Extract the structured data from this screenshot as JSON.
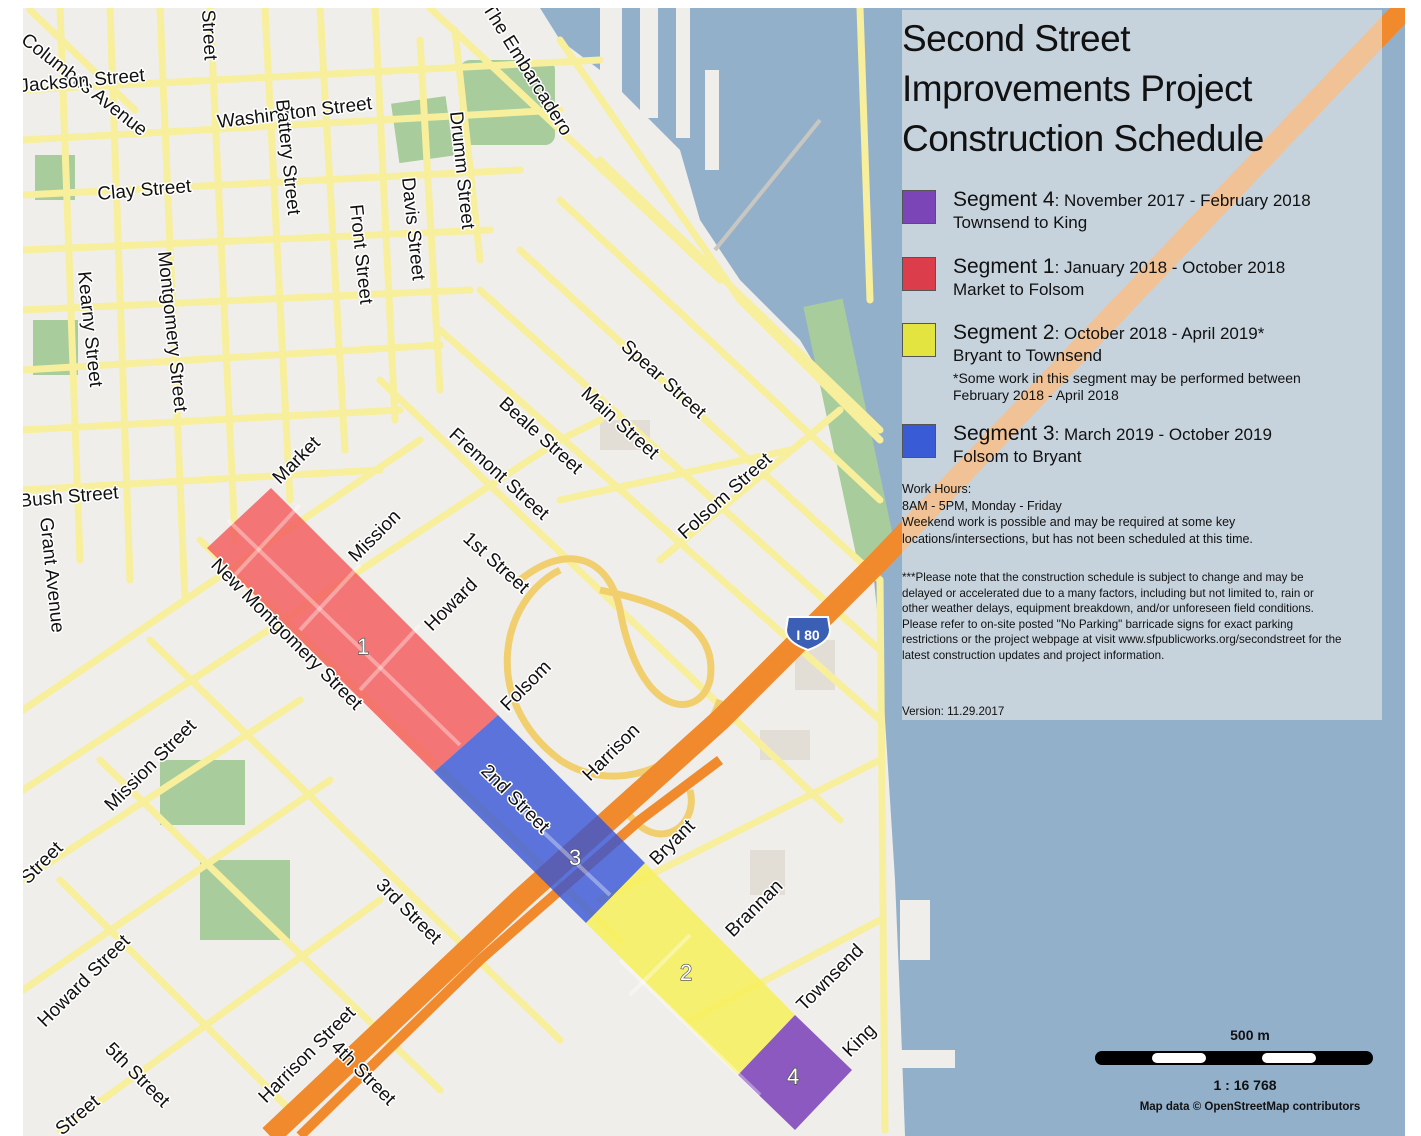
{
  "map": {
    "title_lines": [
      "Second Street",
      "Improvements Project",
      "Construction Schedule"
    ],
    "legend": [
      {
        "name": "Segment 4",
        "dates": ": November 2017 - February 2018",
        "extent": "Townsend to King",
        "note": "",
        "color": "#7b45b8"
      },
      {
        "name": "Segment 1",
        "dates": ": January 2018 - October 2018",
        "extent": "Market to Folsom",
        "note": "",
        "color": "#dc3d4a"
      },
      {
        "name": "Segment 2",
        "dates": ": October 2018 - April 2019*",
        "extent": "Bryant to Townsend",
        "note": "*Some work in this segment may be performed between February 2018 - April 2018",
        "color": "#e4e440"
      },
      {
        "name": "Segment 3",
        "dates": ": March 2019 - October 2019",
        "extent": "Folsom to Bryant",
        "note": "",
        "color": "#3a5bd6"
      }
    ],
    "work_hours": {
      "heading": "Work Hours:",
      "hours": "8AM - 5PM, Monday - Friday",
      "weekend": "Weekend work is possible and may be required at some key locations/intersections, but has not been scheduled at this time."
    },
    "disclaimer": "***Please note that the construction schedule is subject to change and may be delayed or accelerated due to a many factors, including but not limited to, rain or other weather delays, equipment breakdown, and/or unforeseen field conditions. Please refer to on-site posted \"No Parking\" barricade signs for exact parking restrictions or the project webpage at visit www.sfpublicworks.org/secondstreet for the latest construction updates and project information.",
    "version": "Version: 11.29.2017",
    "scale": {
      "distance_label": "500 m",
      "ratio": "1 : 16 768"
    },
    "attribution": "Map data © OpenStreetMap contributors",
    "segment_numbers": [
      "1",
      "2",
      "3",
      "4"
    ],
    "highway_shield": "I 80",
    "street_labels": {
      "columbus": "Columbus Avenue",
      "jackson": "Jackson Street",
      "washington": "Washington Street",
      "clay": "Clay Street",
      "street_top": "Street",
      "embarcadero": "The Embarcadero",
      "battery": "Battery Street",
      "front": "Front Street",
      "davis": "Davis Street",
      "drumm": "Drumm Street",
      "kearny": "Kearny Street",
      "montgomery": "Montgomery Street",
      "spear": "Spear Street",
      "main": "Main Street",
      "beale": "Beale Street",
      "fremont": "Fremont Street",
      "folsom_st": "Folsom Street",
      "first": "1st Street",
      "market": "Market",
      "mission": "Mission",
      "howard": "Howard",
      "folsom": "Folsom",
      "harrison": "Harrison",
      "bryant": "Bryant",
      "brannan": "Brannan",
      "townsend": "Townsend",
      "king": "King",
      "new_montgomery": "New Montgomery Street",
      "second": "2nd Street",
      "third": "3rd Street",
      "mission_st": "Mission Street",
      "howard_st": "Howard Street",
      "fifth": "5th Street",
      "harrison_st": "Harrison Street",
      "fourth": "4th Street",
      "bush": "Bush Street",
      "grant": "Grant Avenue",
      "street_left": "Street",
      "street_bottom": "Street"
    },
    "colors": {
      "water": "#93b0cb",
      "land": "#f0eeea",
      "street": "#f7ef9c",
      "highway": "#f08a2c",
      "park": "#a8cc9b"
    }
  }
}
